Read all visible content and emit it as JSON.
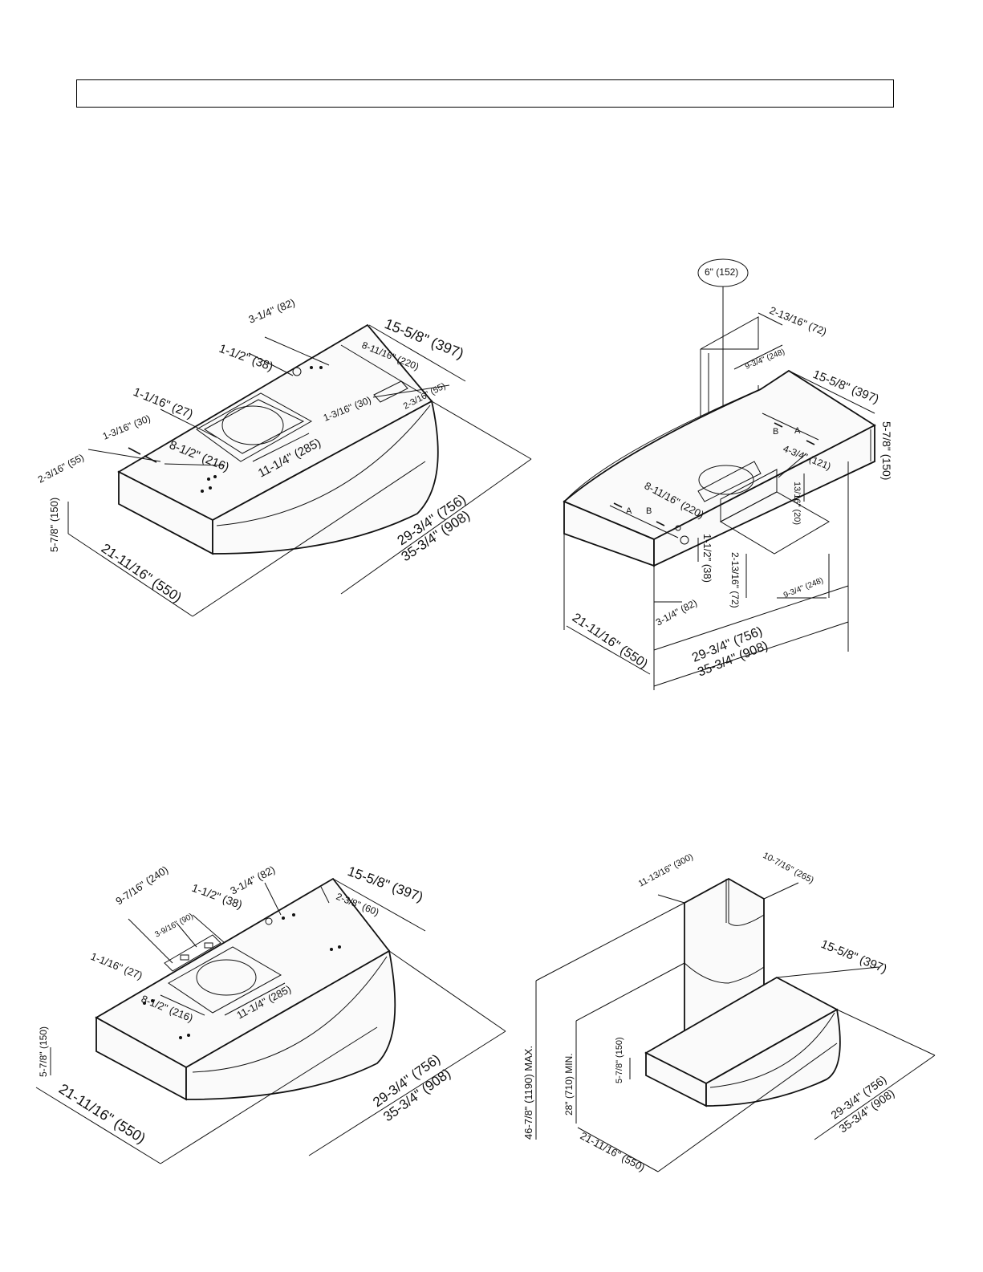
{
  "title_box": {
    "text": ""
  },
  "views": {
    "top_left": {
      "labels": {
        "d_3_1_4": "3-1/4\" (82)",
        "d_1_1_2": "1-1/2\" (38)",
        "d_15_5_8": "15-5/8\" (397)",
        "d_8_11_16": "8-11/16\" (220)",
        "d_1_1_16": "1-1/16\" (27)",
        "d_1_3_16_a": "1-3/16\" (30)",
        "d_1_3_16_b": "1-3/16\" (30)",
        "d_2_3_16_a": "2-3/16\" (55)",
        "d_2_3_16_b": "2-3/16\" (55)",
        "d_8_1_2": "8-1/2\" (216)",
        "d_11_1_4": "11-1/4\" (285)",
        "d_5_7_8": "5-7/8\" (150)",
        "d_21_11_16": "21-11/16\" (550)",
        "d_29_3_4": "29-3/4\" (756)",
        "d_35_3_4": "35-3/4\" (908)"
      }
    },
    "top_right": {
      "labels": {
        "d_6": "6\" (152)",
        "d_2_13_16_a": "2-13/16\" (72)",
        "d_9_3_4_a": "9-3/4\" (248)",
        "d_15_5_8": "15-5/8\" (397)",
        "d_5_7_8": "5-7/8\" (150)",
        "d_4_3_4": "4-3/4\" (121)",
        "d_13_16": "13/16\" (20)",
        "d_8_11_16": "8-11/16\" (220)",
        "d_1_1_2": "1-1/2\" (38)",
        "d_2_13_16_b": "2-13/16\" (72)",
        "d_9_3_4_b": "9-3/4\" (248)",
        "d_3_1_4": "3-1/4\" (82)",
        "d_21_11_16": "21-11/16\" (550)",
        "d_29_3_4": "29-3/4\" (756)",
        "d_35_3_4": "35-3/4\" (908)",
        "a1": "A",
        "b1": "B",
        "a2": "A",
        "b2": "B"
      }
    },
    "bottom_left": {
      "labels": {
        "d_1_1_2": "1-1/2\" (38)",
        "d_3_1_4": "3-1/4\" (82)",
        "d_15_5_8": "15-5/8\" (397)",
        "d_9_7_16": "9-7/16\" (240)",
        "d_3_9_16": "3-9/16\" (90)",
        "d_2_3_8": "2-3/8\" (60)",
        "d_1_1_16": "1-1/16\" (27)",
        "d_8_1_2": "8-1/2\" (216)",
        "d_11_1_4": "11-1/4\" (285)",
        "d_5_7_8": "5-7/8\" (150)",
        "d_21_11_16": "21-11/16\" (550)",
        "d_29_3_4": "29-3/4\" (756)",
        "d_35_3_4": "35-3/4\" (908)"
      }
    },
    "bottom_right": {
      "labels": {
        "d_11_13_16": "11-13/16\" (300)",
        "d_10_7_16": "10-7/16\" (265)",
        "d_15_5_8": "15-5/8\" (397)",
        "d_46_7_8": "46-7/8\" (1190) MAX.",
        "d_28": "28\" (710) MIN.",
        "d_5_7_8": "5-7/8\" (150)",
        "d_21_11_16": "21-11/16\" (550)",
        "d_29_3_4": "29-3/4\" (756)",
        "d_35_3_4": "35-3/4\" (908)"
      }
    }
  }
}
